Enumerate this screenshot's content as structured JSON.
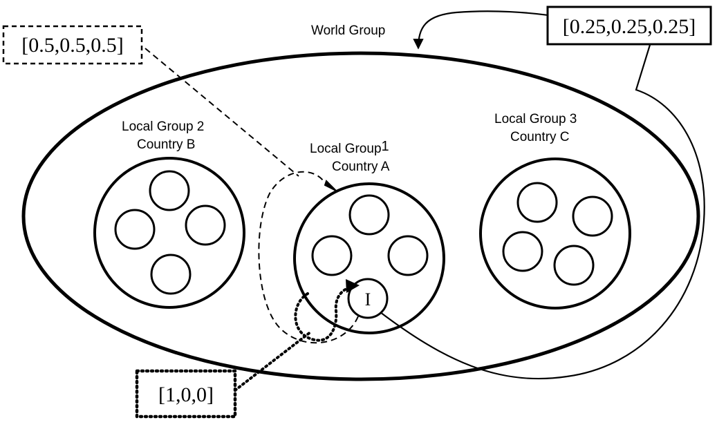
{
  "diagram": {
    "world_group_label": "World Group",
    "groups": [
      {
        "line1": "Local Group 2",
        "line2": "Country B"
      },
      {
        "line1": "Local Group",
        "superscript": "1",
        "line2": "Country A"
      },
      {
        "line1": "Local Group 3",
        "line2": "Country C"
      }
    ],
    "individual_label": "I",
    "weights": {
      "world": "[0.25,0.25,0.25]",
      "local": "[0.5,0.5,0.5]",
      "self": "[1,0,0]"
    }
  }
}
